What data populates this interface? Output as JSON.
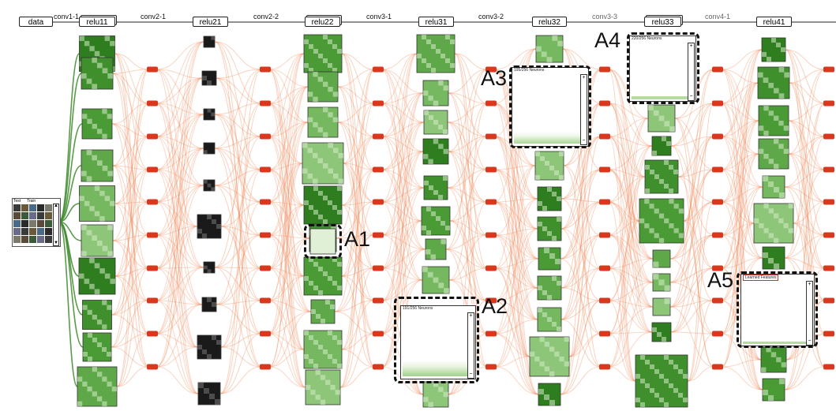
{
  "top_labels": [
    {
      "kind": "box",
      "text": "data"
    },
    {
      "kind": "edge",
      "text": "conv1-1"
    },
    {
      "kind": "box",
      "text": "relu11"
    },
    {
      "kind": "edge",
      "text": "conv2-1"
    },
    {
      "kind": "box",
      "text": "relu21"
    },
    {
      "kind": "edge",
      "text": "conv2-2"
    },
    {
      "kind": "box",
      "text": "relu22"
    },
    {
      "kind": "edge",
      "text": "conv3-1"
    },
    {
      "kind": "box",
      "text": "relu31"
    },
    {
      "kind": "edge",
      "text": "conv3-2"
    },
    {
      "kind": "box",
      "text": "relu32"
    },
    {
      "kind": "edge",
      "text": "conv3-3"
    },
    {
      "kind": "box",
      "text": "relu33"
    },
    {
      "kind": "edge",
      "text": "conv4-1"
    },
    {
      "kind": "box",
      "text": "relu41"
    }
  ],
  "input_panel": {
    "tab1": "Test",
    "tab2": "Train"
  },
  "annotations": [
    "A1",
    "A2",
    "A3",
    "A4",
    "A5"
  ],
  "panels": {
    "a2_title": "191/256 Neurons",
    "a3_title": "195/256 Neurons",
    "a4_title": "220/256 Neurons",
    "a5_title": "Learned Features"
  },
  "colors": {
    "accent_green": "#3c8a2a",
    "edge_orange": "#ee8a5a",
    "node_red": "#d9381e"
  }
}
